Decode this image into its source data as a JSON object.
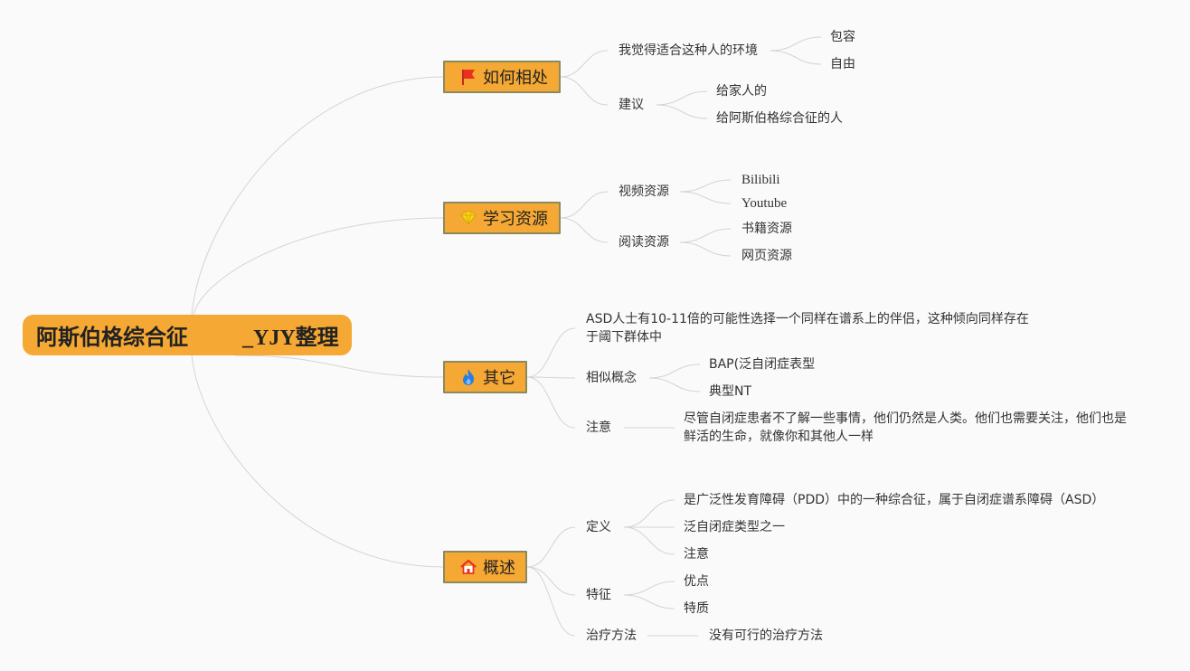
{
  "root": {
    "title": "阿斯伯格综合征",
    "suffix": "_YJY整理"
  },
  "topics": {
    "getting_along": {
      "label": "如何相处",
      "icon": "flag-icon",
      "children": {
        "environment": {
          "label": "我觉得适合这种人的环境",
          "items": [
            "包容",
            "自由"
          ]
        },
        "advice": {
          "label": "建议",
          "items": [
            "给家人的",
            "给阿斯伯格综合征的人"
          ]
        }
      }
    },
    "resources": {
      "label": "学习资源",
      "icon": "diamond-icon",
      "children": {
        "video": {
          "label": "视频资源",
          "items": [
            "Bilibili",
            "Youtube"
          ]
        },
        "reading": {
          "label": "阅读资源",
          "items": [
            "书籍资源",
            "网页资源"
          ]
        }
      }
    },
    "other": {
      "label": "其它",
      "icon": "flame-icon",
      "children": {
        "partner": {
          "label": "ASD人士有10-11倍的可能性选择一个同样在谱系上的伴侣，这种倾向同样存在于阈下群体中"
        },
        "similar": {
          "label": "相似概念",
          "items": [
            "BAP(泛自闭症表型",
            "典型NT"
          ]
        },
        "note": {
          "label": "注意",
          "items": [
            "尽管自闭症患者不了解一些事情，他们仍然是人类。他们也需要关注，他们也是鲜活的生命，就像你和其他人一样"
          ]
        }
      }
    },
    "overview": {
      "label": "概述",
      "icon": "house-icon",
      "children": {
        "definition": {
          "label": "定义",
          "items": [
            "是广泛性发育障碍（PDD）中的一种综合征，属于自闭症谱系障碍（ASD）",
            "泛自闭症类型之一",
            "注意"
          ]
        },
        "traits": {
          "label": "特征",
          "items": [
            "优点",
            "特质"
          ]
        },
        "treatment": {
          "label": "治疗方法",
          "items": [
            "没有可行的治疗方法"
          ]
        }
      }
    }
  },
  "colors": {
    "topic_fill": "#f5a833",
    "topic_border": "#8a8a5e",
    "line": "#d4d4d4",
    "background": "#fafafa"
  }
}
